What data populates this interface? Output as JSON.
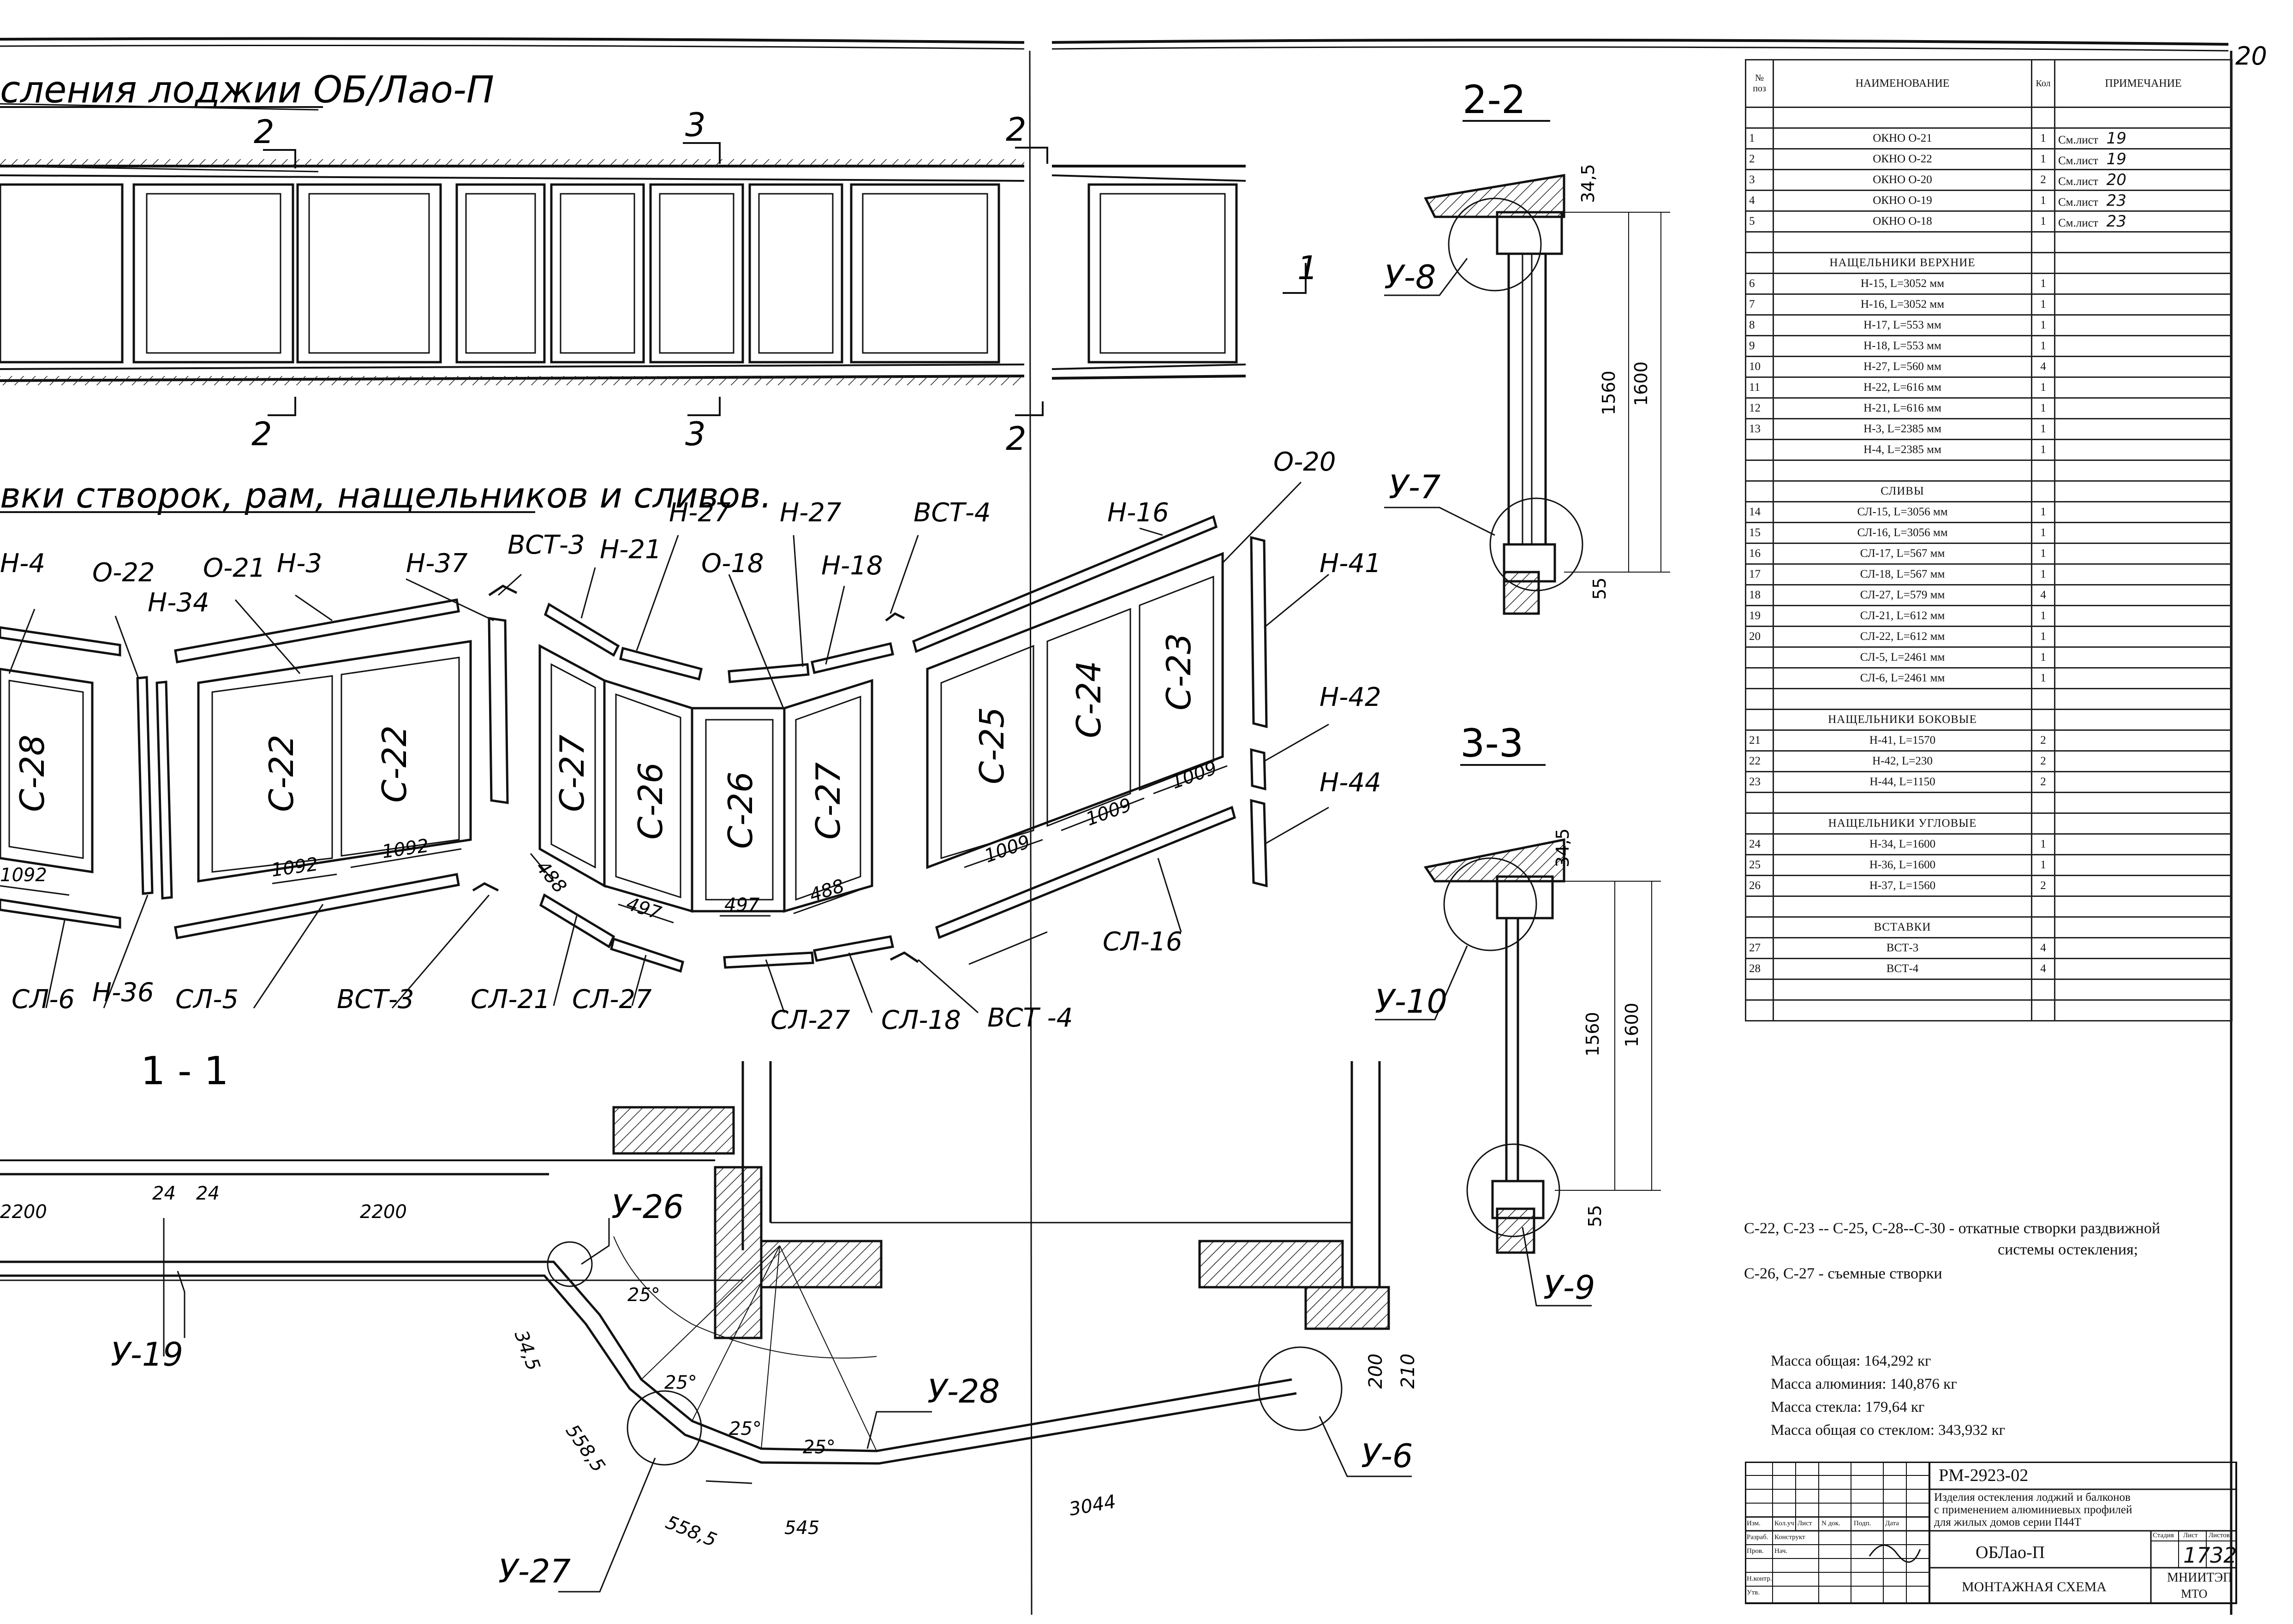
{
  "drawing": {
    "plan_title": "сления лоджии ОБ/Лао-П",
    "assembly_title": "вки створок, рам, нащельников и сливов.",
    "sections": {
      "s11": "1 - 1",
      "s22": "2-2",
      "s33": "3-3"
    },
    "section_marks": {
      "a": "2",
      "b": "3",
      "c": "2",
      "d": "1"
    },
    "part_labels": {
      "o22": "О-22",
      "o21": "О-21",
      "o18": "О-18",
      "o20": "О-20",
      "h4": "Н-4",
      "h3": "Н-3",
      "h34": "Н-34",
      "h37": "Н-37",
      "h21": "Н-21",
      "h27a": "Н-27",
      "h27b": "Н-27",
      "h18": "Н-18",
      "h16": "Н-16",
      "h41": "Н-41",
      "h42": "Н-42",
      "h44": "Н-44",
      "h36": "Н-36",
      "vst3a": "ВСТ-3",
      "vst3b": "ВСТ-3",
      "vst4a": "ВСТ-4",
      "vst4b": "ВСТ -4",
      "sl6": "СЛ-6",
      "sl5": "СЛ-5",
      "sl21": "СЛ-21",
      "sl27a": "СЛ-27",
      "sl27b": "СЛ-27",
      "sl18": "СЛ-18",
      "sl16": "СЛ-16"
    },
    "sash_labels": {
      "c28": "С-28",
      "c22a": "С-22",
      "c22b": "С-22",
      "c27a": "С-27",
      "c26a": "С-26",
      "c26b": "С-26",
      "c27b": "С-27",
      "c25": "С-25",
      "c24": "С-24",
      "c23": "С-23"
    },
    "dimensions": {
      "d1092a": "1092",
      "d1092b": "1092",
      "d1092c": "1092",
      "d488a": "488",
      "d497a": "497",
      "d497b": "497",
      "d488b": "488",
      "d1009a": "1009",
      "d1009b": "1009",
      "d1009c": "1009",
      "d345a": "34,5",
      "d1560a": "1560",
      "d1600a": "1600",
      "d55a": "55",
      "d345b": "34,5",
      "d1560b": "1560",
      "d1600b": "1600",
      "d55b": "55",
      "d2200a": "2200",
      "d2200b": "2200",
      "d24a": "24",
      "d24b": "24",
      "d345c": "34,5",
      "d5585a": "558,5",
      "d5585b": "558,5",
      "d545": "545",
      "d3044": "3044",
      "d200": "200",
      "d210": "210",
      "a25a": "25°",
      "a25b": "25°",
      "a25c": "25°",
      "a25d": "25°"
    },
    "node_labels": {
      "u8": "У-8",
      "u7": "У-7",
      "u10": "У-10",
      "u9": "У-9",
      "u26": "У-26",
      "u19": "У-19",
      "u28": "У-28",
      "u6": "У-6",
      "u27": "У-27"
    },
    "page_corner": "20"
  },
  "spec": {
    "headers": {
      "pos": "№ поз",
      "name": "НАИМЕНОВАНИЕ",
      "qty": "Кол",
      "note": "ПРИМЕЧАНИЕ"
    },
    "rows": [
      {
        "pos": "",
        "name": "",
        "qty": "",
        "note": ""
      },
      {
        "pos": "1",
        "name": "ОКНО О-21",
        "qty": "1",
        "note": "См.лист",
        "hw": "19"
      },
      {
        "pos": "2",
        "name": "ОКНО О-22",
        "qty": "1",
        "note": "См.лист",
        "hw": "19"
      },
      {
        "pos": "3",
        "name": "ОКНО О-20",
        "qty": "2",
        "note": "См.лист",
        "hw": "20"
      },
      {
        "pos": "4",
        "name": "ОКНО О-19",
        "qty": "1",
        "note": "См.лист",
        "hw": "23"
      },
      {
        "pos": "5",
        "name": "ОКНО О-18",
        "qty": "1",
        "note": "См.лист",
        "hw": "23"
      },
      {
        "pos": "",
        "name": "",
        "qty": "",
        "note": ""
      },
      {
        "pos": "",
        "name": "НАЩЕЛЬНИКИ ВЕРХНИЕ",
        "qty": "",
        "note": ""
      },
      {
        "pos": "6",
        "name": "Н-15, L=3052 мм",
        "qty": "1",
        "note": ""
      },
      {
        "pos": "7",
        "name": "Н-16, L=3052 мм",
        "qty": "1",
        "note": ""
      },
      {
        "pos": "8",
        "name": "Н-17, L=553 мм",
        "qty": "1",
        "note": ""
      },
      {
        "pos": "9",
        "name": "Н-18, L=553 мм",
        "qty": "1",
        "note": ""
      },
      {
        "pos": "10",
        "name": "Н-27, L=560 мм",
        "qty": "4",
        "note": ""
      },
      {
        "pos": "11",
        "name": "Н-22, L=616 мм",
        "qty": "1",
        "note": ""
      },
      {
        "pos": "12",
        "name": "Н-21, L=616 мм",
        "qty": "1",
        "note": ""
      },
      {
        "pos": "13",
        "name": "Н-3, L=2385 мм",
        "qty": "1",
        "note": ""
      },
      {
        "pos": "",
        "name": "Н-4, L=2385 мм",
        "qty": "1",
        "note": ""
      },
      {
        "pos": "",
        "name": "",
        "qty": "",
        "note": ""
      },
      {
        "pos": "",
        "name": "СЛИВЫ",
        "qty": "",
        "note": ""
      },
      {
        "pos": "14",
        "name": "СЛ-15, L=3056 мм",
        "qty": "1",
        "note": ""
      },
      {
        "pos": "15",
        "name": "СЛ-16, L=3056 мм",
        "qty": "1",
        "note": ""
      },
      {
        "pos": "16",
        "name": "СЛ-17, L=567 мм",
        "qty": "1",
        "note": ""
      },
      {
        "pos": "17",
        "name": "СЛ-18, L=567 мм",
        "qty": "1",
        "note": ""
      },
      {
        "pos": "18",
        "name": "СЛ-27, L=579 мм",
        "qty": "4",
        "note": ""
      },
      {
        "pos": "19",
        "name": "СЛ-21, L=612 мм",
        "qty": "1",
        "note": ""
      },
      {
        "pos": "20",
        "name": "СЛ-22, L=612 мм",
        "qty": "1",
        "note": ""
      },
      {
        "pos": "",
        "name": "СЛ-5, L=2461 мм",
        "qty": "1",
        "note": ""
      },
      {
        "pos": "",
        "name": "СЛ-6, L=2461 мм",
        "qty": "1",
        "note": ""
      },
      {
        "pos": "",
        "name": "",
        "qty": "",
        "note": ""
      },
      {
        "pos": "",
        "name": "НАЩЕЛЬНИКИ БОКОВЫЕ",
        "qty": "",
        "note": ""
      },
      {
        "pos": "21",
        "name": "Н-41, L=1570",
        "qty": "2",
        "note": ""
      },
      {
        "pos": "22",
        "name": "Н-42, L=230",
        "qty": "2",
        "note": ""
      },
      {
        "pos": "23",
        "name": "Н-44, L=1150",
        "qty": "2",
        "note": ""
      },
      {
        "pos": "",
        "name": "",
        "qty": "",
        "note": ""
      },
      {
        "pos": "",
        "name": "НАЩЕЛЬНИКИ УГЛОВЫЕ",
        "qty": "",
        "note": ""
      },
      {
        "pos": "24",
        "name": "Н-34, L=1600",
        "qty": "1",
        "note": ""
      },
      {
        "pos": "25",
        "name": "Н-36, L=1600",
        "qty": "1",
        "note": ""
      },
      {
        "pos": "26",
        "name": "Н-37, L=1560",
        "qty": "2",
        "note": ""
      },
      {
        "pos": "",
        "name": "",
        "qty": "",
        "note": ""
      },
      {
        "pos": "",
        "name": "ВСТАВКИ",
        "qty": "",
        "note": ""
      },
      {
        "pos": "27",
        "name": "ВСТ-3",
        "qty": "4",
        "note": ""
      },
      {
        "pos": "28",
        "name": "ВСТ-4",
        "qty": "4",
        "note": ""
      },
      {
        "pos": "",
        "name": "",
        "qty": "",
        "note": ""
      },
      {
        "pos": "",
        "name": "",
        "qty": "",
        "note": ""
      }
    ]
  },
  "notes": {
    "line1": "С-22, С-23 -- С-25, С-28--С-30 - откатные створки раздвижной",
    "line2": "системы остекления;",
    "line3": "С-26, С-27 - съемные створки"
  },
  "mass": {
    "total": "Масса общая: 164,292 кг",
    "aluminium": "Масса алюминия: 140,876 кг",
    "glass": "Масса стекла: 179,64 кг",
    "total_with_glass": "Масса общая со стеклом: 343,932 кг"
  },
  "title_block": {
    "doc_code": "РМ-2923-02",
    "description_1": "Изделия остекления лоджий и балконов",
    "description_2": "с применением алюминиевых профилей",
    "description_3": "для жилых домов серии П44Т",
    "product": "ОБЛао-П",
    "sheet_title": "МОНТАЖНАЯ СХЕМА",
    "org_1": "МНИИТЭП",
    "org_2": "МТО",
    "col_stage": "Стадия",
    "col_sheet": "Лист",
    "col_sheets": "Листов",
    "sheet_no": "17",
    "sheets_total": "32",
    "hdr_izm": "Изм.",
    "hdr_kol": "Кол.уч",
    "hdr_list": "Лист",
    "hdr_ndok": "N док.",
    "hdr_podp": "Подп.",
    "hdr_date": "Дата",
    "row_razrab": "Разраб.",
    "row_prov": "Пров.",
    "row_konstr": "Конструкт",
    "row_nach": "Нач.",
    "row_nkontr": "Н.контр.",
    "row_utv": "Утв."
  }
}
